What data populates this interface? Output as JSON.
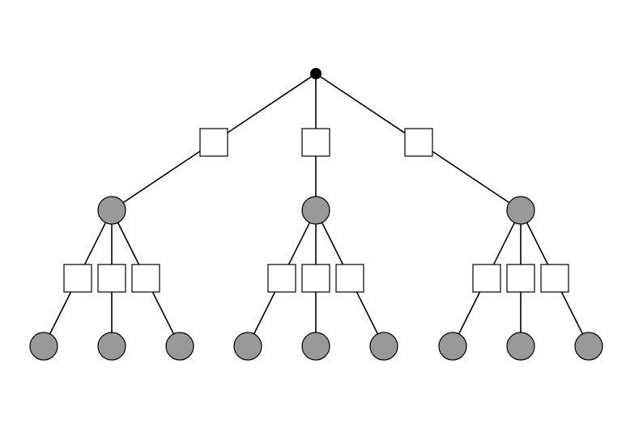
{
  "diagram": {
    "kind": "tree",
    "levels": 3,
    "branching_factor": 3,
    "root": {
      "shape": "filled-dot",
      "color": "#000000"
    },
    "edge_markers": {
      "shape": "square",
      "fill": "#ffffff",
      "stroke": "#000000"
    },
    "child_nodes": {
      "shape": "circle",
      "fill": "#999999",
      "stroke": "#000000"
    },
    "line_color": "#000000",
    "background": "#ffffff"
  }
}
